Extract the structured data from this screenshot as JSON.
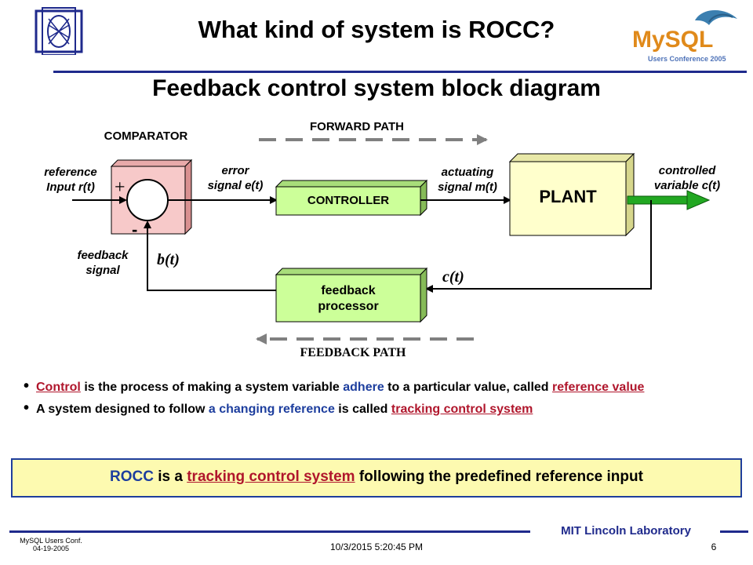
{
  "header": {
    "title": "What kind of system is ROCC?",
    "mysql_logo": {
      "brand": "MySQL",
      "caption": "Users Conference 2005"
    }
  },
  "subtitle": "Feedback control system block diagram",
  "diagram": {
    "comparator_label": "COMPARATOR",
    "forward_path_label": "FORWARD  PATH",
    "feedback_path_label": "FEEDBACK PATH",
    "reference_input": [
      "reference",
      "Input  r(t)"
    ],
    "error_signal": [
      "error",
      "signal  e(t)"
    ],
    "actuating_signal": [
      "actuating",
      "signal  m(t)"
    ],
    "controlled_variable": [
      "controlled",
      "variable  c(t)"
    ],
    "controller_label": "CONTROLLER",
    "plant_label": "PLANT",
    "feedback_processor": [
      "feedback",
      "processor"
    ],
    "feedback_signal": [
      "feedback",
      "signal"
    ],
    "plus_sign": "+",
    "minus_sign": "-",
    "b_t": "b(t)",
    "c_t": "c(t)"
  },
  "bullets": {
    "b1": {
      "term": "Control",
      "text1": " is the process of making a system variable ",
      "highlight": "adhere",
      "text2": " to a particular value,  called ",
      "term2": "reference value"
    },
    "b2": {
      "text1": "A system designed to follow ",
      "highlight": "a changing reference",
      "text2": " is called ",
      "term": "tracking control system"
    }
  },
  "note": {
    "prefix": "ROCC",
    "text1": " is a ",
    "term": "tracking control system",
    "text2": " following the predefined reference input"
  },
  "footer": {
    "org": "MIT Lincoln Laboratory",
    "conf": "MySQL Users Conf.",
    "conf_date": "04-19-2005",
    "timestamp": "10/3/2015 5:20:45 PM",
    "page": "6"
  },
  "colors": {
    "rule_blue": "#1f2a8c",
    "block_green": "#ccff99",
    "plant_fill": "#ffffcc",
    "comparator_fill": "#f7c9c9",
    "output_arrow": "#22a822",
    "term_red": "#b0162c",
    "highlight_blue": "#1d3e9e",
    "note_fill": "#fdfab0"
  }
}
